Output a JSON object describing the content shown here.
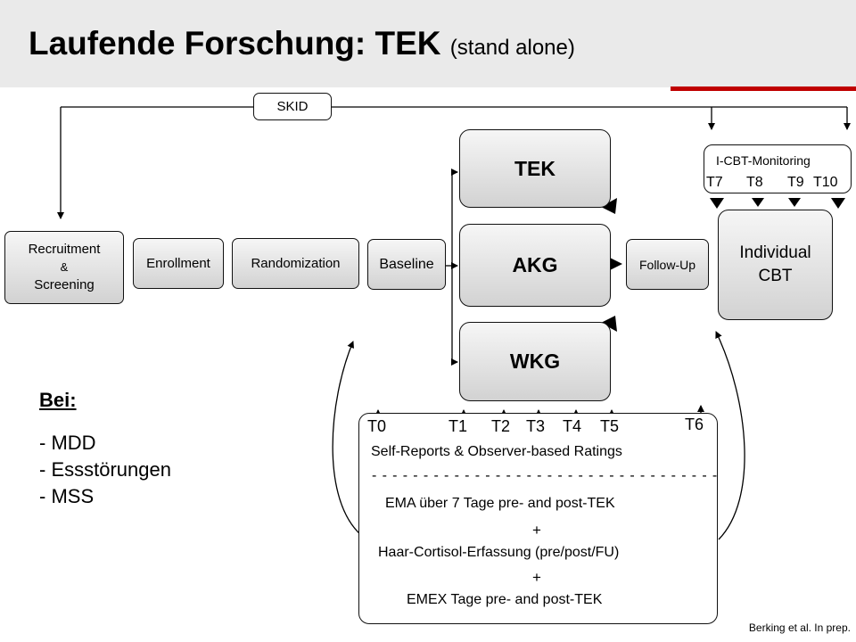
{
  "title": {
    "main": "Laufende Forschung: TEK",
    "sub": "(stand alone)"
  },
  "skid": "SKID",
  "recruitment": {
    "line1": "Recruitment",
    "line2": "&",
    "line3": "Screening"
  },
  "enrollment": "Enrollment",
  "randomization": "Randomization",
  "baseline": "Baseline",
  "arms": {
    "tek": "TEK",
    "akg": "AKG",
    "wkg": "WKG"
  },
  "followup": "Follow-Up",
  "icbt_monitoring": "I-CBT-Monitoring",
  "monitoring_times": {
    "t7": "T7",
    "t8": "T8",
    "t9": "T9",
    "t10": "T10"
  },
  "individual_cbt": {
    "line1": "Individual",
    "line2": "CBT"
  },
  "timepoints": {
    "t0": "T0",
    "t1": "T1",
    "t2": "T2",
    "t3": "T3",
    "t4": "T4",
    "t5": "T5",
    "t6": "T6"
  },
  "measures": {
    "self_reports": "Self-Reports & Observer-based Ratings",
    "dashes": "- - - - - - - - - - - - - - - - - - - - - - - - - - - - - - - - - -",
    "ema": "EMA über 7 Tage pre- and post-TEK",
    "plus1": "+",
    "cortisol": "Haar-Cortisol-Erfassung (pre/post/FU)",
    "plus2": "+",
    "emex": "EMEX Tage pre- and post-TEK"
  },
  "bei": {
    "heading": "Bei:",
    "items": [
      "- MDD",
      "- Essstörungen",
      "- MSS"
    ]
  },
  "credit": "Berking et al. In prep."
}
